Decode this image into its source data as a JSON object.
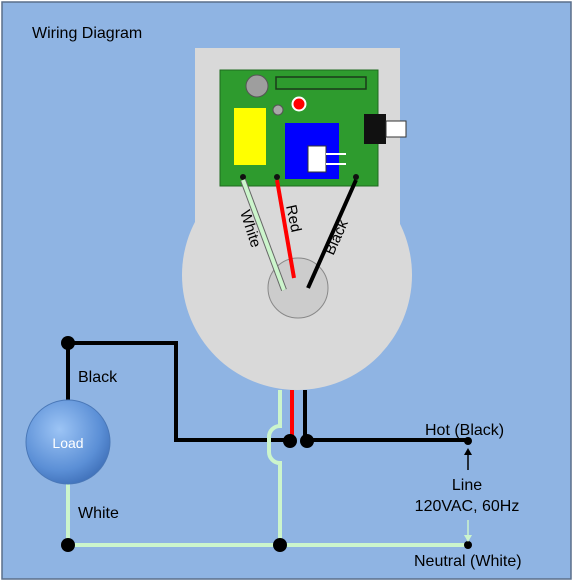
{
  "title": "Wiring Diagram",
  "wire_labels": {
    "white_upper": "White",
    "red_upper": "Red",
    "black_upper": "Black",
    "load_black": "Black",
    "load_white": "White"
  },
  "load_label": "Load",
  "hot_label": "Hot (Black)",
  "line_label": "Line",
  "voltage_label": "120VAC, 60Hz",
  "neutral_label": "Neutral (White)",
  "colors": {
    "background": "#8fb4e3",
    "device_body": "#d9d9d9",
    "pcb": "#2e9b2e",
    "capacitor_yellow": "#ffff00",
    "relay_blue": "#0000ff",
    "wire_black": "#000000",
    "wire_red": "#ff0000",
    "wire_white": "#ccf5cc",
    "load_fill": "#5b8fd6"
  }
}
